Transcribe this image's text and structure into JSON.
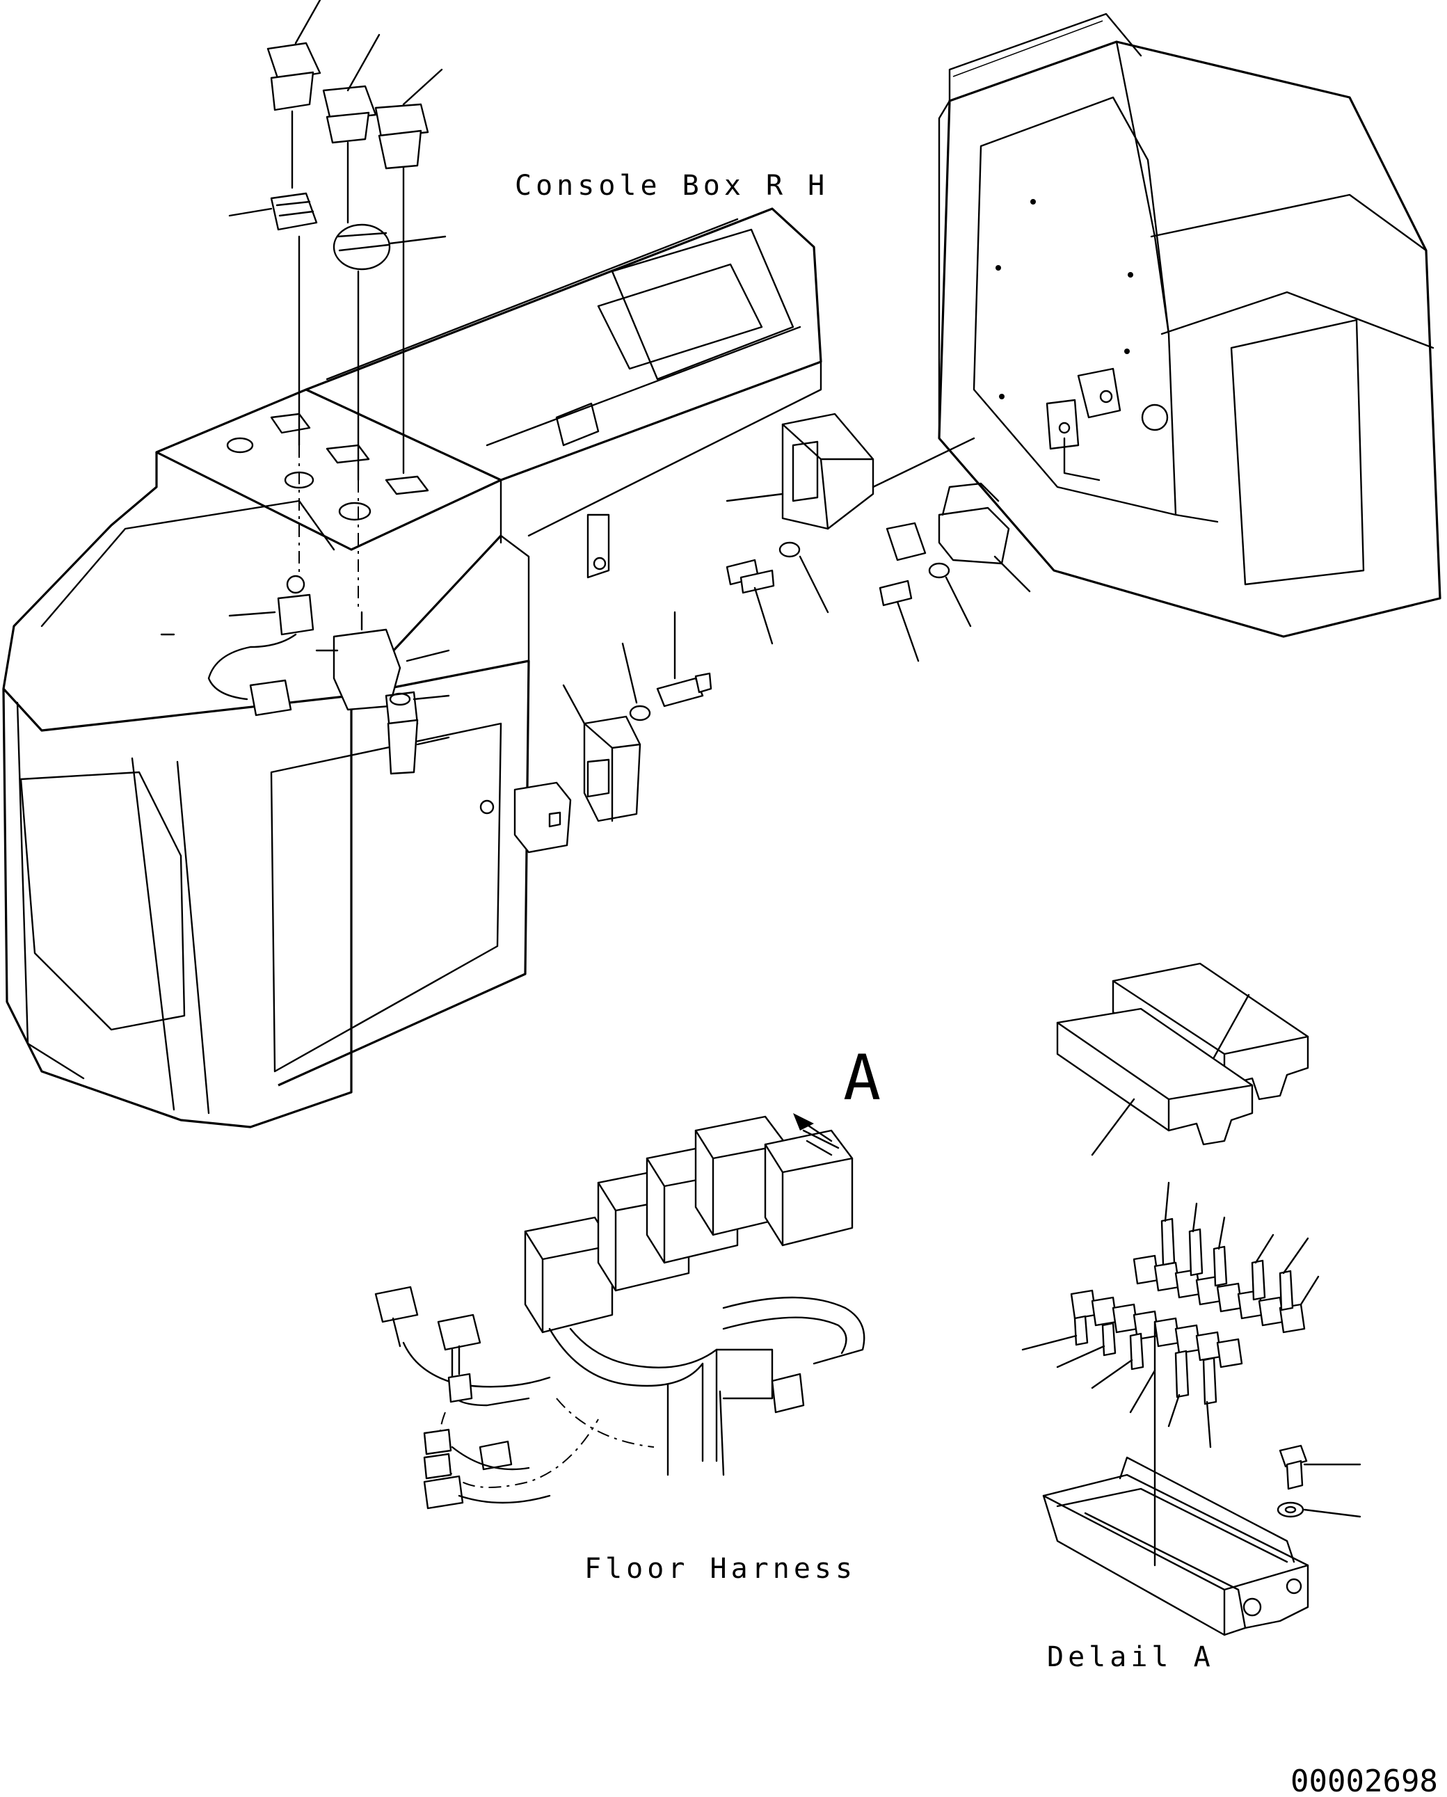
{
  "labels": {
    "console_box": "Console Box R H",
    "floor_harness": "Floor Harness",
    "detail_a": "Delail A",
    "detail_marker": "A",
    "drawing_number": "00002698"
  }
}
